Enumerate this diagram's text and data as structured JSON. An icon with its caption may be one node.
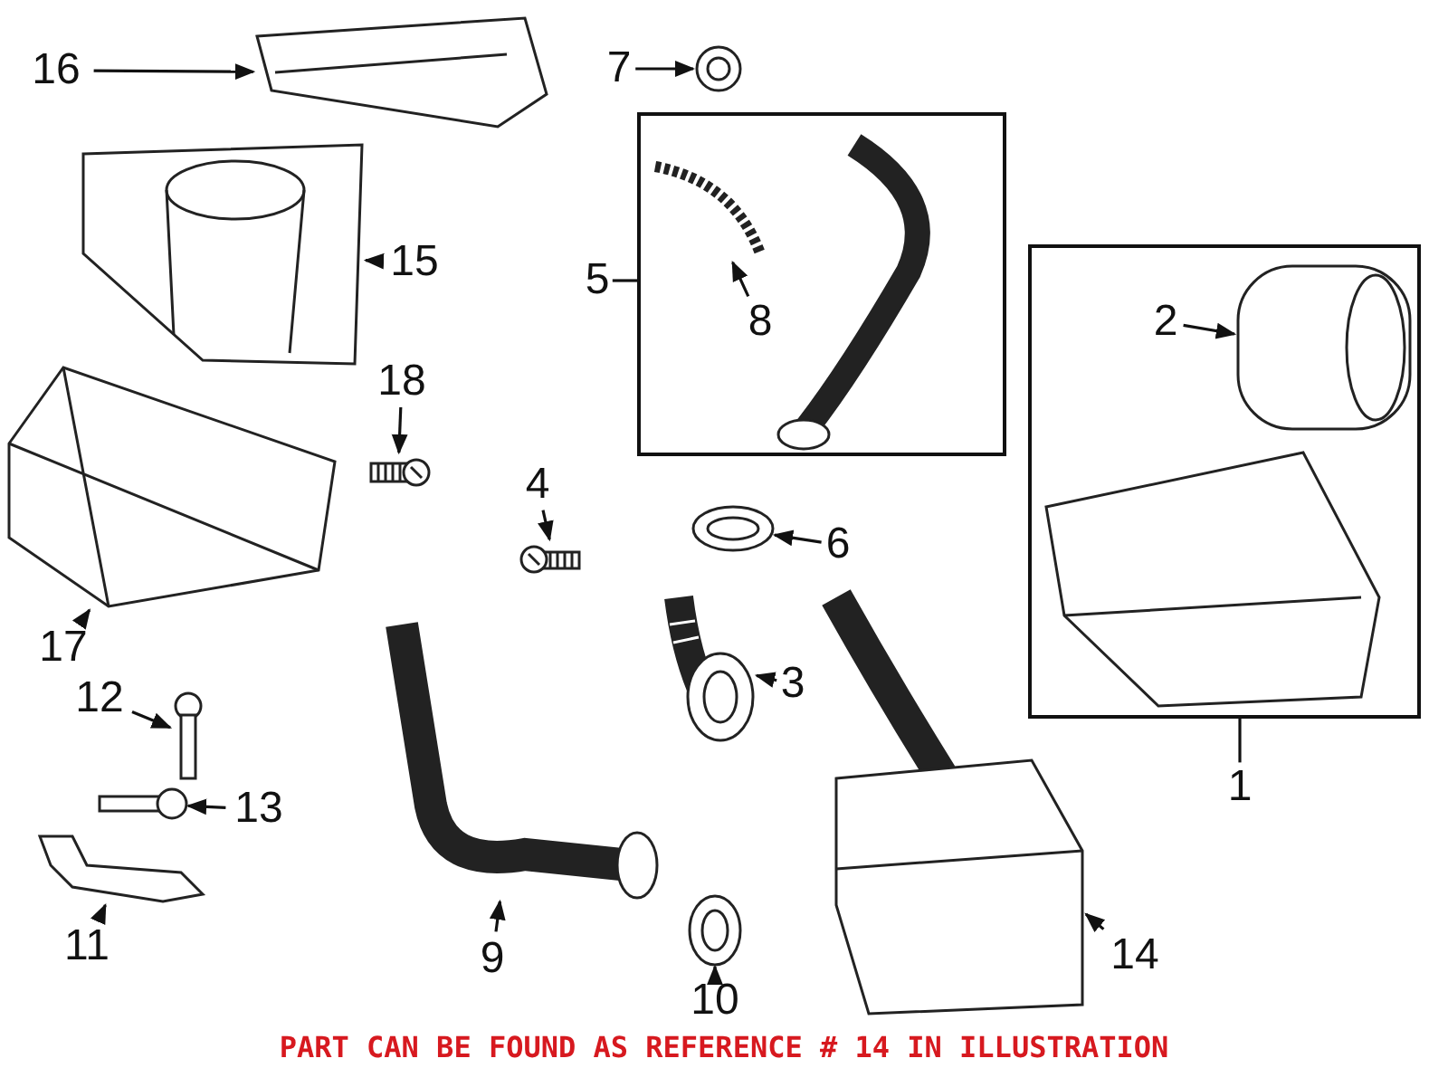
{
  "diagram": {
    "nodes": [
      {
        "text": [
          "16"
        ]
      },
      {
        "text": [],
        "shape": "picture"
      },
      {
        "text": [],
        "shape": "picture"
      },
      {
        "text": [
          "15"
        ]
      },
      {
        "text": [
          "7"
        ]
      },
      {
        "text": [],
        "shape": "picture"
      },
      {
        "text": [],
        "shape": "box"
      },
      {
        "text": [],
        "shape": "picture",
        "in": 6
      },
      {
        "text": [
          "8"
        ],
        "in": 6
      },
      {
        "text": [],
        "shape": "picture",
        "in": 6
      },
      {
        "text": [
          "5"
        ]
      },
      {
        "text": [],
        "shape": "box"
      },
      {
        "text": [
          "2"
        ],
        "in": 11
      },
      {
        "text": [],
        "shape": "picture",
        "in": 11
      },
      {
        "text": [],
        "shape": "picture",
        "in": 11
      },
      {
        "text": [
          "1"
        ]
      },
      {
        "text": [
          "18"
        ]
      },
      {
        "text": [],
        "shape": "picture"
      },
      {
        "text": [],
        "shape": "picture"
      },
      {
        "text": [
          "17"
        ]
      },
      {
        "text": [
          "4"
        ]
      },
      {
        "text": [],
        "shape": "picture"
      },
      {
        "text": [],
        "shape": "picture"
      },
      {
        "text": [
          "6"
        ]
      },
      {
        "text": [],
        "shape": "picture"
      },
      {
        "text": [
          "3"
        ]
      },
      {
        "text": [
          "12"
        ]
      },
      {
        "text": [],
        "shape": "picture"
      },
      {
        "text": [],
        "shape": "picture"
      },
      {
        "text": [
          "13"
        ]
      },
      {
        "text": [],
        "shape": "picture"
      },
      {
        "text": [
          "11"
        ]
      },
      {
        "text": [],
        "shape": "picture"
      },
      {
        "text": [
          "9"
        ]
      },
      {
        "text": [],
        "shape": "picture"
      },
      {
        "text": [
          "10"
        ]
      },
      {
        "text": [],
        "shape": "picture"
      },
      {
        "text": [
          "14"
        ]
      }
    ],
    "edges": [
      {
        "from": 0,
        "to": 1,
        "arrow": "to"
      },
      {
        "from": 3,
        "to": 2,
        "arrow": "to"
      },
      {
        "from": 4,
        "to": 5,
        "arrow": "to"
      },
      {
        "from": 10,
        "to": 6,
        "arrow": "none"
      },
      {
        "from": 8,
        "to": 7,
        "arrow": "to"
      },
      {
        "from": 12,
        "to": 13,
        "arrow": "to"
      },
      {
        "from": 15,
        "to": 11,
        "arrow": "none"
      },
      {
        "from": 16,
        "to": 17,
        "arrow": "to"
      },
      {
        "from": 19,
        "to": 18,
        "arrow": "to"
      },
      {
        "from": 20,
        "to": 21,
        "arrow": "to"
      },
      {
        "from": 23,
        "to": 22,
        "arrow": "to"
      },
      {
        "from": 25,
        "to": 24,
        "arrow": "to"
      },
      {
        "from": 26,
        "to": 27,
        "arrow": "to"
      },
      {
        "from": 29,
        "to": 28,
        "arrow": "to"
      },
      {
        "from": 31,
        "to": 30,
        "arrow": "to"
      },
      {
        "from": 33,
        "to": 32,
        "arrow": "to"
      },
      {
        "from": 35,
        "to": 34,
        "arrow": "to"
      },
      {
        "from": 37,
        "to": 36,
        "arrow": "to"
      }
    ],
    "labels": [
      "PART CAN BE FOUND AS REFERENCE # 14 IN ILLUSTRATION"
    ]
  }
}
